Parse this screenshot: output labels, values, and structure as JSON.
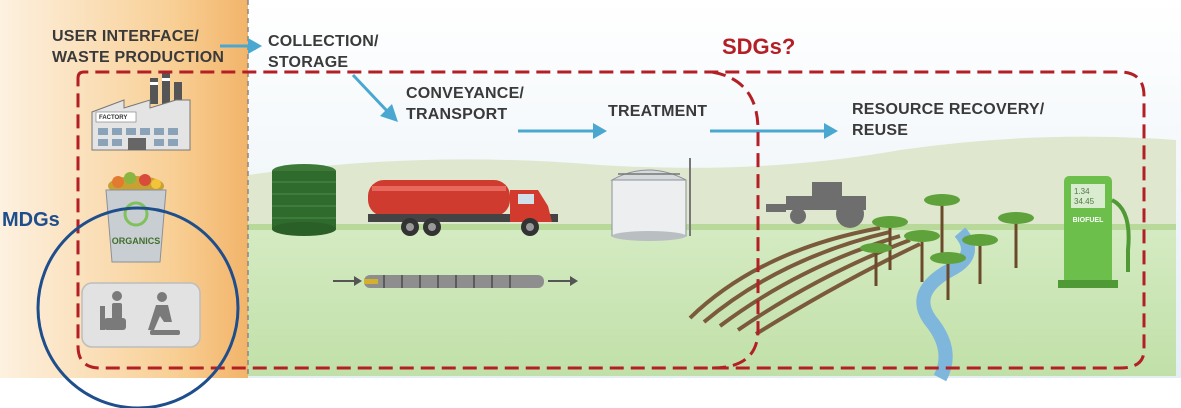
{
  "stages": {
    "user_interface": "USER INTERFACE/\nWASTE PRODUCTION",
    "collection": "COLLECTION/\nSTORAGE",
    "conveyance": "CONVEYANCE/\nTRANSPORT",
    "treatment": "TREATMENT",
    "resource_recovery": "RESOURCE RECOVERY/\nREUSE"
  },
  "goals": {
    "sdgs": "SDGs?",
    "mdgs": "MDGs"
  },
  "illustration_text": {
    "factory": "FACTORY",
    "organics": "ORGANICS",
    "biofuel": "BIOFUEL",
    "pump_display_1": "1.34",
    "pump_display_2": "34.45"
  },
  "colors": {
    "sdg_outline": "#b31f24",
    "mdg_outline": "#1f4e8c",
    "flow_arrow": "#4aa8d0",
    "ground": "#c9e6b4",
    "sky": "#e8f2f8"
  }
}
